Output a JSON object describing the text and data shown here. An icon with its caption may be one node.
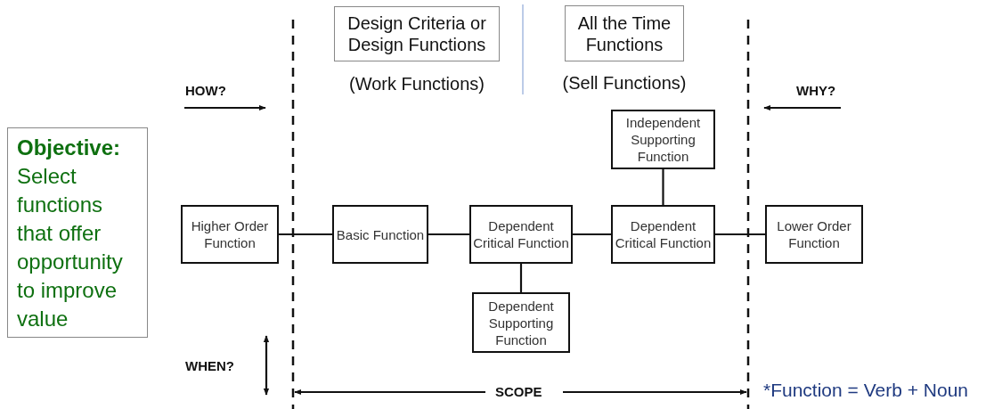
{
  "diagram": {
    "nodes": [
      {
        "text": [
          "Objective:",
          "Select functions that offer opportunity to improve value"
        ]
      },
      {
        "text": [
          "Design Criteria or Design Functions"
        ],
        "beside": [
          "(Work Functions)"
        ]
      },
      {
        "text": [
          "All the Time Functions"
        ],
        "beside": [
          "(Sell Functions)"
        ]
      },
      {
        "text": [
          "Higher Order Function"
        ]
      },
      {
        "text": [
          "Basic Function"
        ]
      },
      {
        "text": [
          "Dependent Critical Function"
        ]
      },
      {
        "text": [
          "Dependent Critical Function"
        ]
      },
      {
        "text": [
          "Lower Order Function"
        ]
      },
      {
        "text": [
          "Independent Supporting Function"
        ]
      },
      {
        "text": [
          "Dependent Supporting Function"
        ]
      }
    ],
    "edges": [
      {
        "from": 3,
        "to": 4,
        "arrow": "none"
      },
      {
        "from": 4,
        "to": 5,
        "arrow": "none"
      },
      {
        "from": 5,
        "to": 6,
        "arrow": "none"
      },
      {
        "from": 6,
        "to": 7,
        "arrow": "none"
      },
      {
        "from": 6,
        "to": 8,
        "arrow": "none"
      },
      {
        "from": 5,
        "to": 9,
        "arrow": "none"
      }
    ],
    "labels": [
      "HOW?",
      "WHY?",
      "WHEN?",
      "SCOPE",
      "*Function = Verb + Noun"
    ]
  }
}
